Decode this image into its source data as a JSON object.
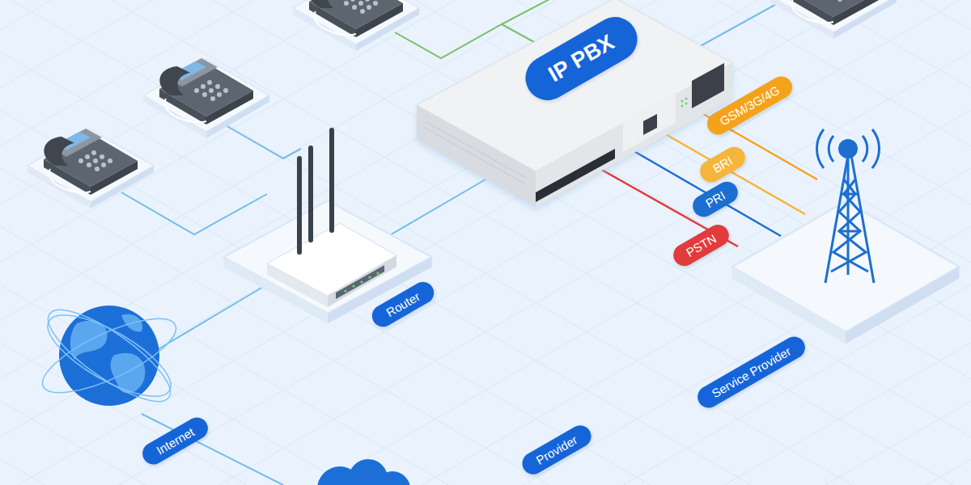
{
  "diagram": {
    "nodes": [
      {
        "text": [
          "IP PBX"
        ]
      },
      {
        "text": [
          "GSM/3G/4G"
        ]
      },
      {
        "text": [
          "BRI"
        ]
      },
      {
        "text": [
          "PRI"
        ]
      },
      {
        "text": [
          "PSTN"
        ]
      },
      {
        "text": [
          "Router"
        ]
      },
      {
        "text": [
          "Service Provider"
        ]
      },
      {
        "text": [
          "Internet"
        ]
      },
      {
        "text": [
          "Provider"
        ]
      }
    ]
  }
}
